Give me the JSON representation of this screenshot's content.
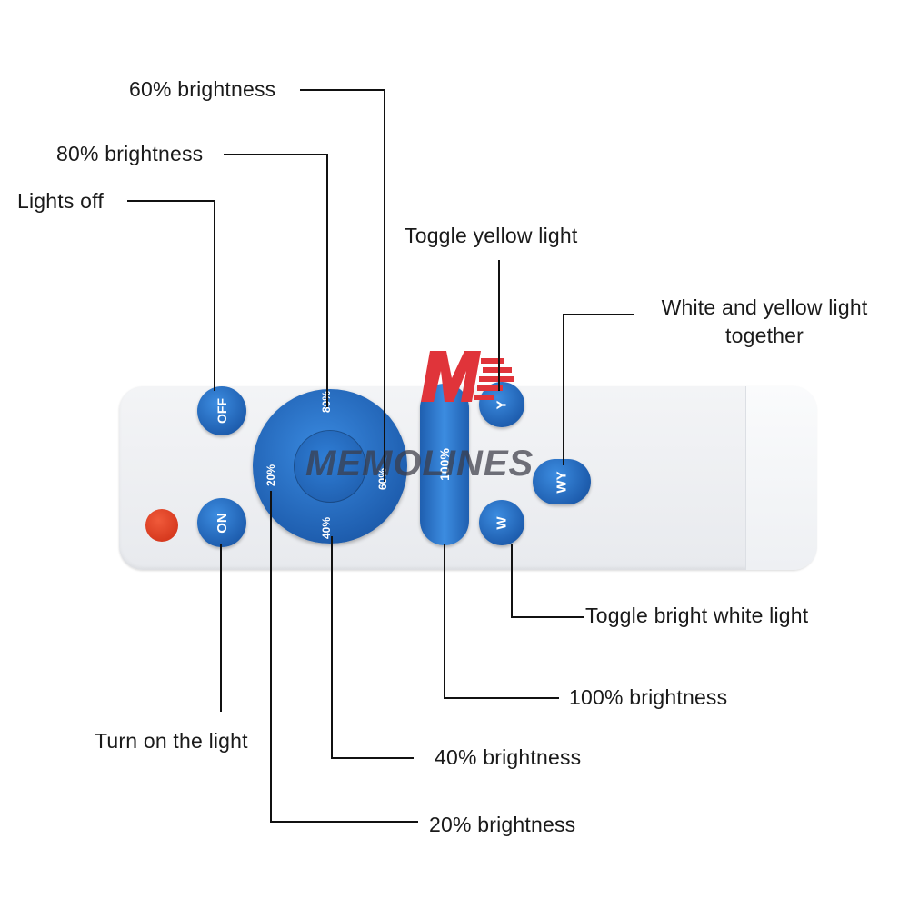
{
  "brand": {
    "watermark": "MEMOLINES",
    "logo_letter": "M",
    "logo_color": "#e0343a"
  },
  "remote": {
    "buttons": {
      "off": "OFF",
      "on": "ON",
      "ring_20": "20%",
      "ring_40": "40%",
      "ring_60": "60%",
      "ring_80": "80%",
      "full": "100%",
      "yellow": "Y",
      "white": "W",
      "both": "WY"
    },
    "colors": {
      "button_blue": "#2a6fc4",
      "power_red": "#e04a2c",
      "body": "#eef0f3"
    }
  },
  "callouts": {
    "brightness_60": "60% brightness",
    "brightness_80": "80% brightness",
    "lights_off": "Lights off",
    "toggle_yellow": "Toggle yellow light",
    "white_yellow_line1": "White and yellow light",
    "white_yellow_line2": "together",
    "toggle_white": "Toggle bright white light",
    "brightness_100": "100% brightness",
    "turn_on": "Turn on the light",
    "brightness_40": "40% brightness",
    "brightness_20": "20% brightness"
  }
}
